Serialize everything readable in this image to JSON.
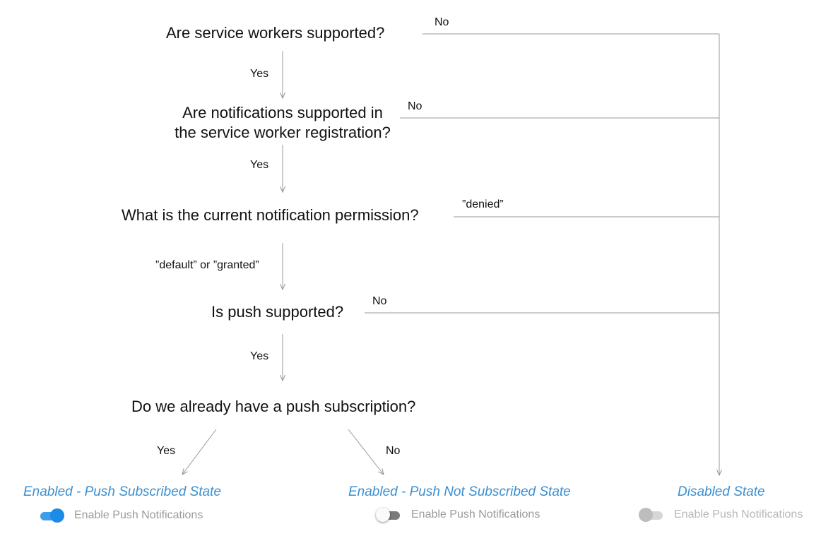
{
  "questions": {
    "service_workers": "Are service workers supported?",
    "notifications_line1": "Are notifications supported in",
    "notifications_line2": "the service worker registration?",
    "permission": "What is the current notification permission?",
    "push_supported": "Is push supported?",
    "subscription": "Do we already have a push subscription?"
  },
  "edge_labels": {
    "yes": "Yes",
    "no": "No",
    "denied": "”denied”",
    "default_or_granted": "”default” or ”granted”"
  },
  "states": {
    "subscribed": {
      "title": "Enabled - Push Subscribed State",
      "toggle_label": "Enable Push Notifications",
      "toggle_on": true,
      "track_color": "#3a9ee8",
      "knob_color": "#1a8be6"
    },
    "not_subscribed": {
      "title": "Enabled - Push Not Subscribed State",
      "toggle_label": "Enable Push Notifications",
      "toggle_on": false,
      "track_color": "#7a7a7a",
      "knob_color": "#fafafa"
    },
    "disabled": {
      "title": "Disabled State",
      "toggle_label": "Enable Push Notifications",
      "toggle_on": false,
      "track_color": "#d6d6d6",
      "knob_color": "#bdbdbd"
    }
  },
  "colors": {
    "state_title": "#3a8fd0",
    "line": "#9a9a9a",
    "toggle_text": "#9b9b9b"
  }
}
